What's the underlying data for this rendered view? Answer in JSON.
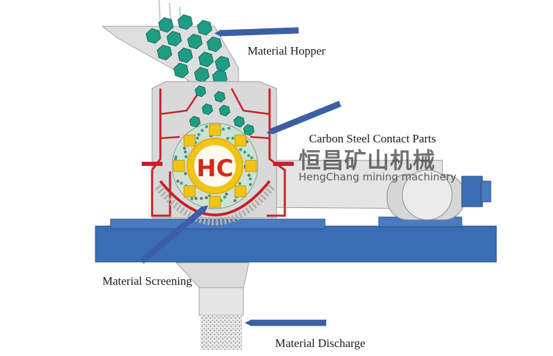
{
  "labels": {
    "hopper": "Material Hopper",
    "carbon_steel": "Carbon Steel Contact Parts",
    "screening": "Material Screening",
    "discharge": "Material Discharge"
  },
  "watermark": {
    "chinese": "恒昌矿山机械",
    "english": "HengChang mining machinery",
    "logo_letters": "HC"
  },
  "colors": {
    "frame": "#d9d9d9",
    "frame_edge": "#9a9a9a",
    "base_blue": "#3a6db3",
    "arrow_blue": "#3b5ea6",
    "red_liner": "#c8202a",
    "stone_green": "#1f9c84",
    "logo_yellow": "#f0c419",
    "logo_red": "#d42a1e",
    "logo_blue": "#1f56b3"
  }
}
